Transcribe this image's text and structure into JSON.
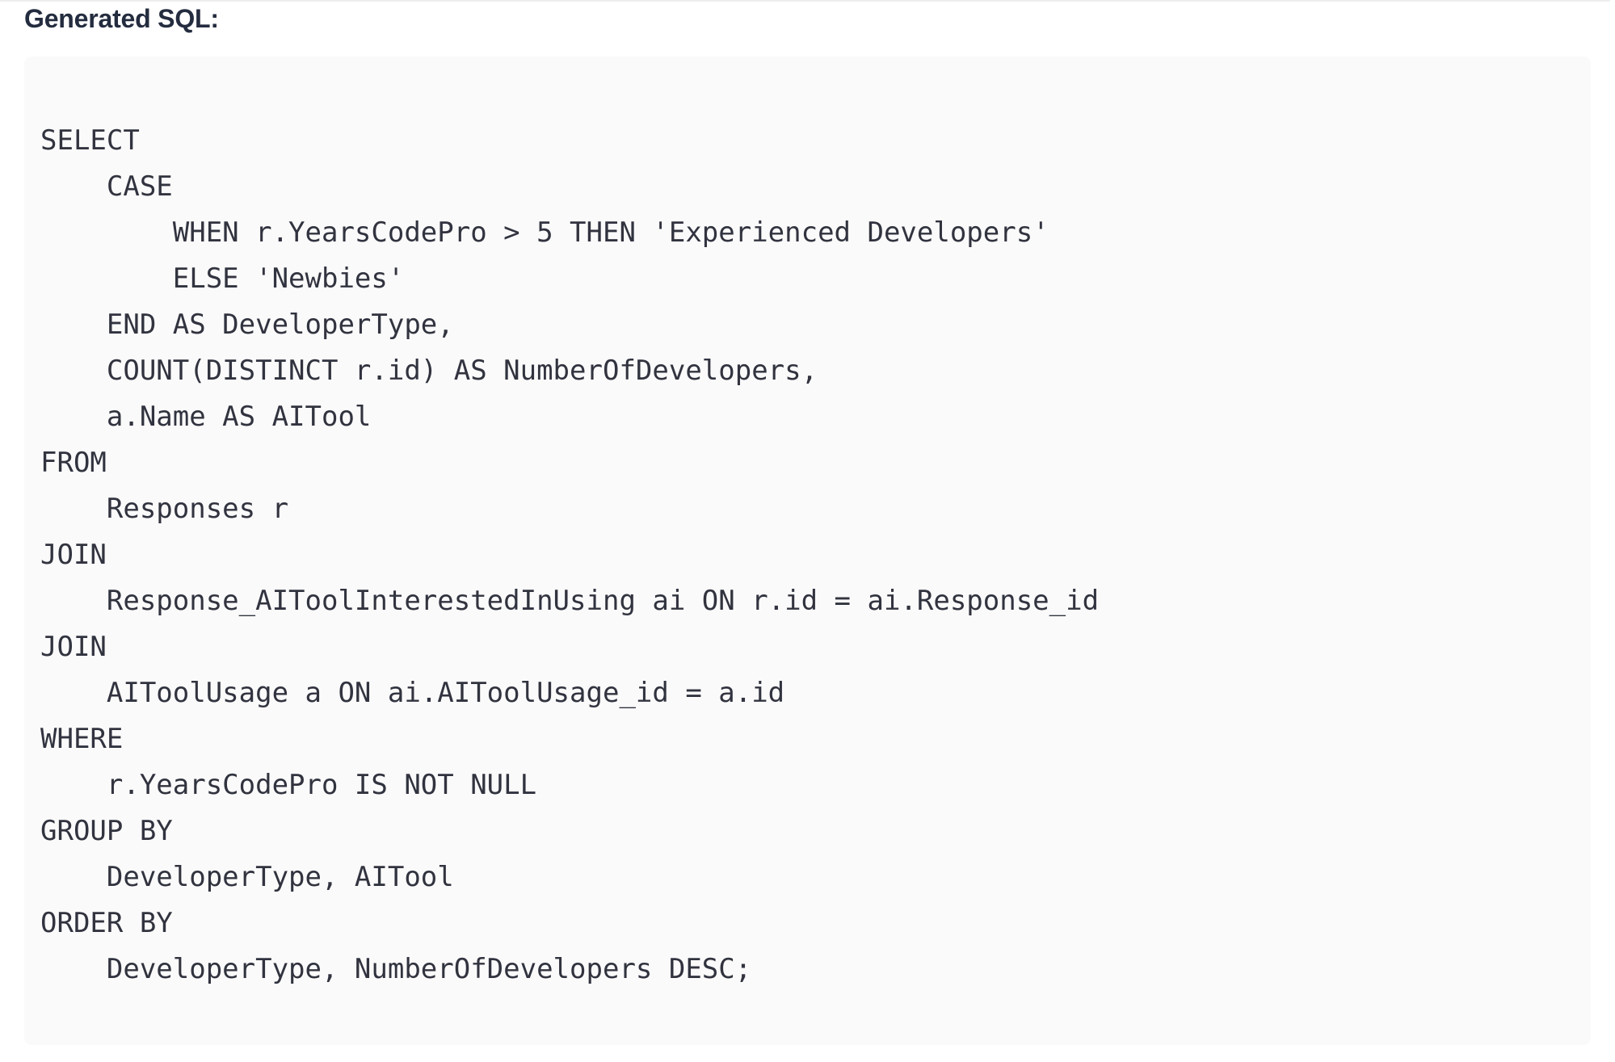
{
  "page": {
    "heading": "Generated SQL:"
  },
  "colors": {
    "heading_text": "#242c3f",
    "code_text": "#31333f",
    "code_background": "#fafafa",
    "page_background": "#ffffff",
    "top_divider": "#eeeeee"
  },
  "code_block": {
    "language": "sql",
    "sql": "SELECT\n    CASE\n        WHEN r.YearsCodePro > 5 THEN 'Experienced Developers'\n        ELSE 'Newbies'\n    END AS DeveloperType,\n    COUNT(DISTINCT r.id) AS NumberOfDevelopers,\n    a.Name AS AITool\nFROM\n    Responses r\nJOIN\n    Response_AIToolInterestedInUsing ai ON r.id = ai.Response_id\nJOIN\n    AIToolUsage a ON ai.AIToolUsage_id = a.id\nWHERE\n    r.YearsCodePro IS NOT NULL\nGROUP BY\n    DeveloperType, AITool\nORDER BY\n    DeveloperType, NumberOfDevelopers DESC;"
  }
}
